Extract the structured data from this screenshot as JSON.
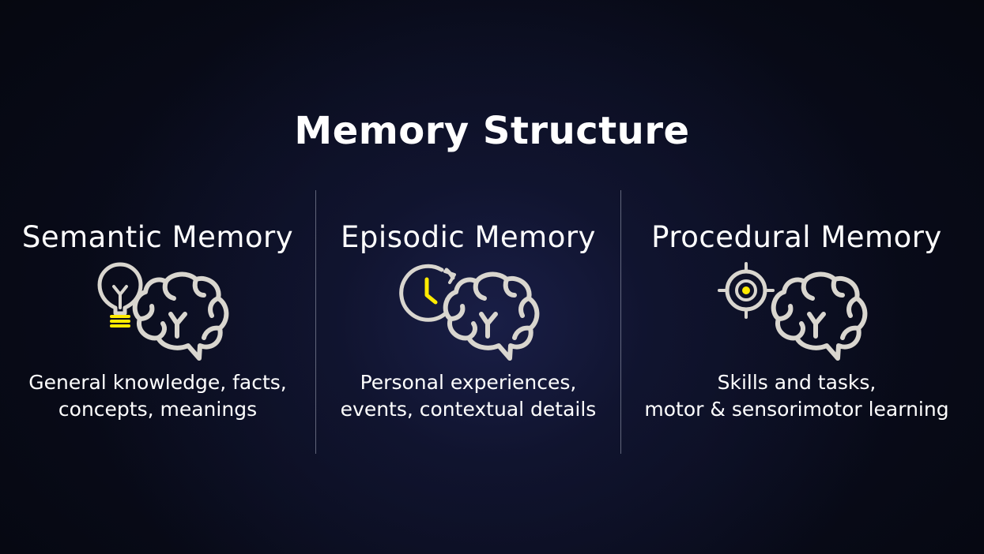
{
  "slide": {
    "title": "Memory Structure"
  },
  "columns": [
    {
      "id": "semantic",
      "title": "Semantic Memory",
      "icon": "lightbulb-brain-icon",
      "description": [
        "General knowledge, facts,",
        "concepts, meanings"
      ]
    },
    {
      "id": "episodic",
      "title": "Episodic Memory",
      "icon": "clock-brain-icon",
      "description": [
        "Personal experiences,",
        "events, contextual details"
      ]
    },
    {
      "id": "procedural",
      "title": "Procedural Memory",
      "icon": "target-brain-icon",
      "description": [
        "Skills and tasks,",
        "motor & sensorimotor learning"
      ]
    }
  ],
  "colors": {
    "background": "#05070f",
    "text": "#ffffff",
    "icon_stroke": "#d9d6cf",
    "accent": "#ffeb00"
  }
}
